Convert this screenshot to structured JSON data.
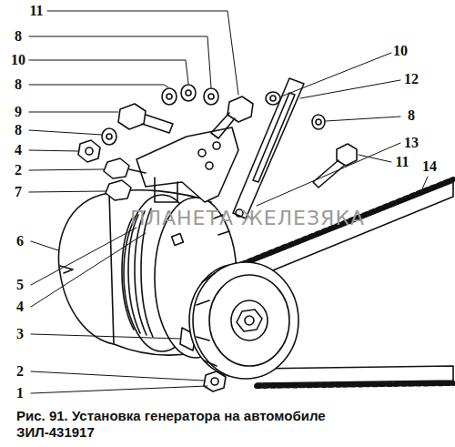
{
  "diagram": {
    "caption": "Рис. 91. Установка генератора на автомобиле ЗИЛ-431917",
    "labels": [
      "11",
      "8",
      "10",
      "8",
      "9",
      "8",
      "4",
      "2",
      "7",
      "6",
      "5",
      "4",
      "3",
      "2",
      "1",
      "10",
      "12",
      "8",
      "13",
      "11",
      "14",
      "ПЛАНЕТА ЖЕЛЕЗЯКА"
    ]
  }
}
